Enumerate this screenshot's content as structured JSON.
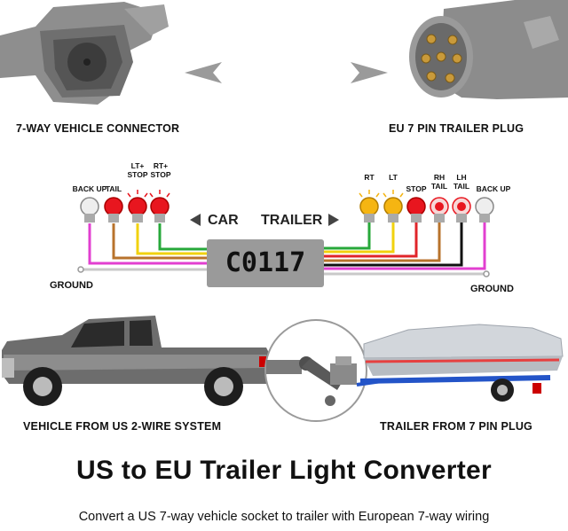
{
  "connectors": {
    "vehicle_label": "7-WAY VEHICLE CONNECTOR",
    "trailer_label": "EU 7 PIN TRAILER PLUG"
  },
  "wiring": {
    "left_lamps": [
      "BACK UP",
      "TAIL",
      "LT+\nSTOP",
      "RT+\nSTOP"
    ],
    "right_lamps": [
      "RT",
      "LT",
      "STOP",
      "RH\nTAIL",
      "LH\nTAIL",
      "BACK UP"
    ],
    "car_label": "CAR",
    "trailer_label": "TRAILER",
    "left_ground": "GROUND",
    "right_ground": "GROUND",
    "converter_code": "C0117"
  },
  "scene": {
    "vehicle_caption": "VEHICLE FROM US 2-WIRE SYSTEM",
    "trailer_caption": "TRAILER FROM 7 PIN PLUG"
  },
  "headline": "US to EU Trailer Light Converter",
  "subheadline": "Convert a US 7-way vehicle socket to trailer with European 7-way wiring",
  "colors": {
    "wire_white": "#c9c9c9",
    "wire_brown": "#b8732c",
    "wire_yellow": "#f1d20e",
    "wire_green": "#27a83a",
    "wire_pink": "#e23fd0",
    "wire_red": "#e0242a",
    "wire_black": "#111111",
    "lamp_red": "#e8161f",
    "lamp_amber": "#f5b512",
    "box_gray": "#9a9a9a"
  }
}
